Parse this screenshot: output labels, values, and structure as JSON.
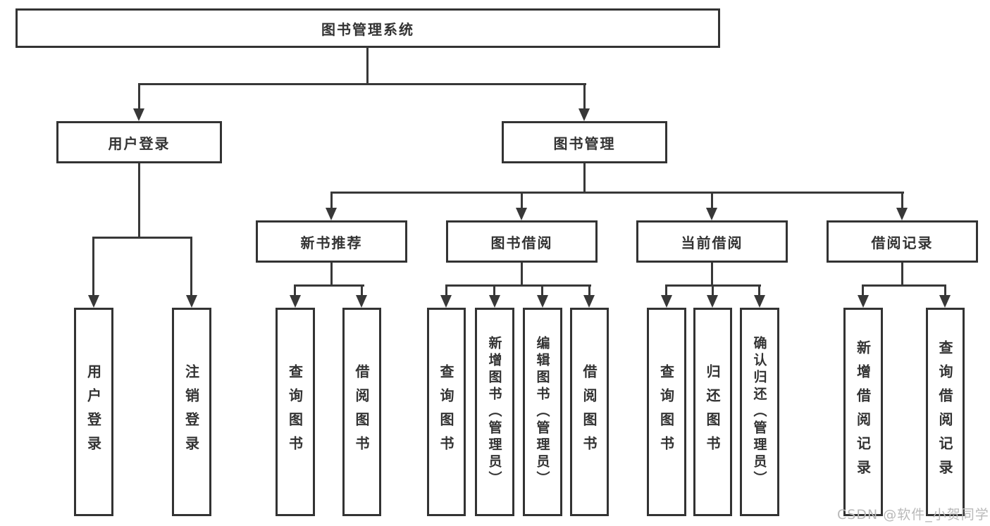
{
  "colors": {
    "background": "#ffffff",
    "line": "#383838",
    "box_border": "#333333",
    "text": "#333333",
    "watermark": "#b9b9b9"
  },
  "watermark": {
    "text": "CSDN @软件_小贺同学"
  },
  "tree": {
    "root": {
      "label": "图书管理系统"
    },
    "branches": [
      {
        "label": "用户登录",
        "children": [
          {
            "label": "用户登录"
          },
          {
            "label": "注销登录"
          }
        ]
      },
      {
        "label": "图书管理",
        "children": [
          {
            "label": "新书推荐",
            "children": [
              {
                "label": "查询图书"
              },
              {
                "label": "借阅图书"
              }
            ]
          },
          {
            "label": "图书借阅",
            "children": [
              {
                "label": "查询图书"
              },
              {
                "label": "新增图书（管理员）"
              },
              {
                "label": "编辑图书（管理员）"
              },
              {
                "label": "借阅图书"
              }
            ]
          },
          {
            "label": "当前借阅",
            "children": [
              {
                "label": "查询图书"
              },
              {
                "label": "归还图书"
              },
              {
                "label": "确认归还（管理员）"
              }
            ]
          },
          {
            "label": "借阅记录",
            "children": [
              {
                "label": "新增借阅记录"
              },
              {
                "label": "查询借阅记录"
              }
            ]
          }
        ]
      }
    ]
  }
}
